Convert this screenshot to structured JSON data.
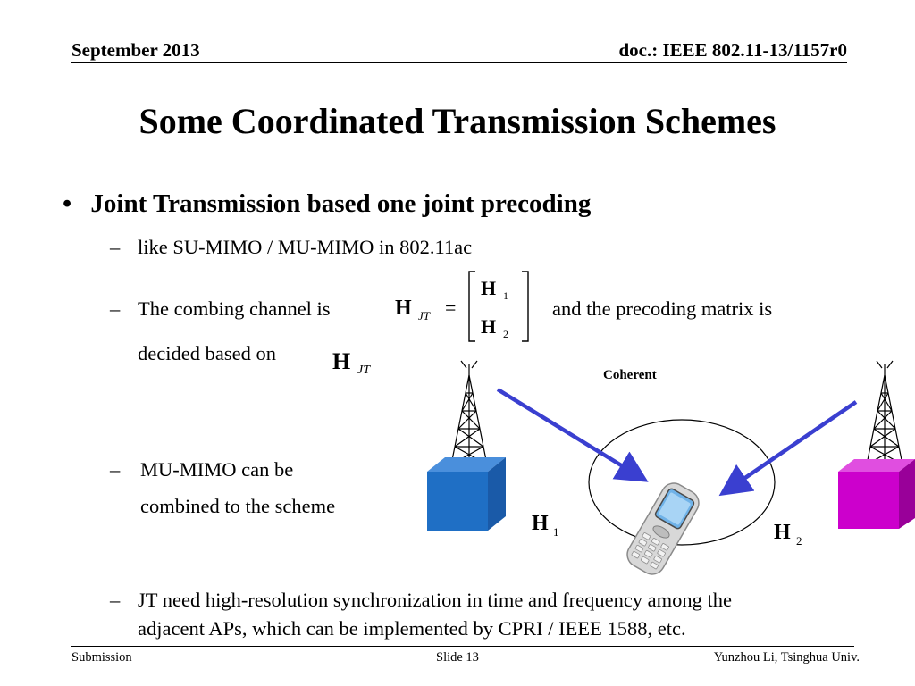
{
  "header": {
    "date": "September 2013",
    "doc": "doc.: IEEE 802.11-13/1157r0"
  },
  "slide": {
    "title": "Some Coordinated Transmission Schemes",
    "bullet": "Joint Transmission based one joint precoding",
    "items": [
      " like SU-MIMO / MU-MIMO in 802.11ac",
      "The combing channel is",
      "and the precoding matrix is",
      "decided based on",
      " MU-MIMO can be",
      "combined to the scheme",
      "JT need high-resolution synchronization in time and frequency among the",
      "adjacent APs, which can be implemented by CPRI / IEEE 1588, etc."
    ],
    "dash": "–",
    "bullet_mark": "•"
  },
  "math": {
    "H": "H",
    "sub_JT": "JT",
    "eq": "=",
    "one": "1",
    "two": "2"
  },
  "diagram": {
    "coherent_label": "Coherent",
    "colors": {
      "ap1": "#1f6fc5",
      "ap2": "#cc00cc",
      "arrow": "#3a3fd0"
    }
  },
  "footer": {
    "left": "Submission",
    "center": "Slide 13",
    "right": "Yunzhou Li, Tsinghua Univ."
  }
}
